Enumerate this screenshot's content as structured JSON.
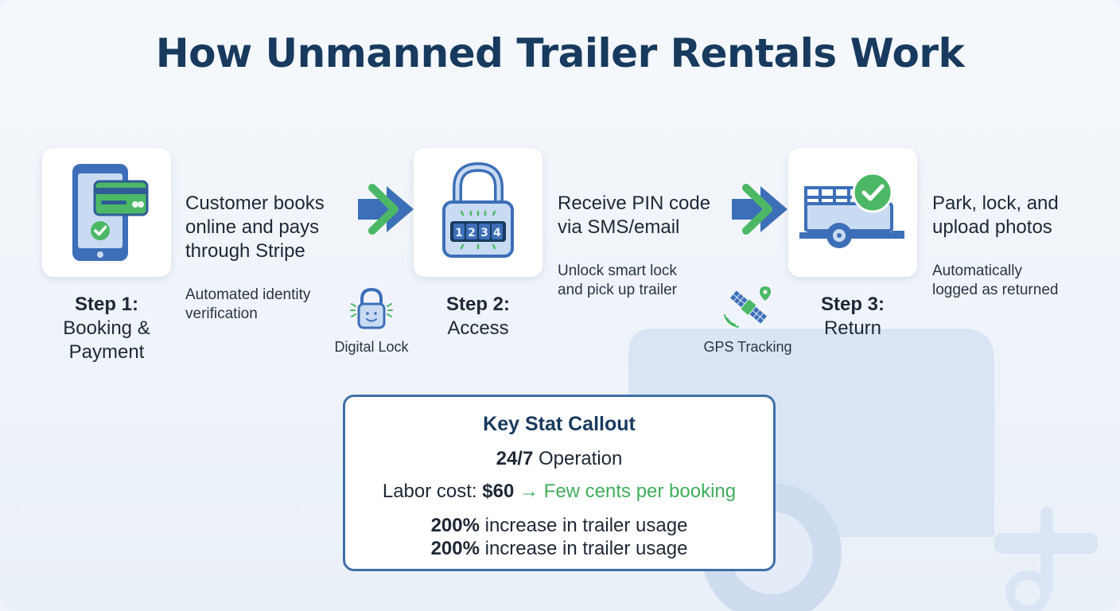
{
  "title": "How Unmanned Trailer Rentals Work",
  "steps": [
    {
      "number": "Step 1:",
      "name_line1": "Booking &",
      "name_line2": "Payment",
      "desc_lines": [
        "Customer books",
        "online and pays",
        "through Stripe"
      ],
      "sub_lines": [
        "Automated identity",
        "verification"
      ],
      "icon": "phone-payment-icon"
    },
    {
      "number": "Step 2:",
      "name_line1": "Access",
      "desc_lines": [
        "Receive PIN code",
        "via SMS/email"
      ],
      "sub_lines": [
        "Unlock smart lock",
        "and pick up trailer"
      ],
      "icon": "padlock-pin-icon",
      "pin": [
        "1",
        "2",
        "3",
        "4"
      ]
    },
    {
      "number": "Step 3:",
      "name_line1": "Return",
      "desc_lines": [
        "Park, lock, and",
        "upload photos"
      ],
      "sub_lines": [
        "Automatically",
        "logged as returned"
      ],
      "icon": "trailer-check-icon"
    }
  ],
  "mini_features": [
    {
      "label": "Digital Lock",
      "icon": "smart-lock-icon"
    },
    {
      "label": "GPS Tracking",
      "icon": "satellite-gps-icon"
    }
  ],
  "callout": {
    "title": "Key Stat Callout",
    "operation_bold": "24/7",
    "operation_text": " Operation",
    "labor_prefix": "Labor cost: ",
    "labor_value": "$60",
    "labor_arrow": " → ",
    "labor_result": "Few cents per booking",
    "usage_lines": [
      {
        "bold": "200%",
        "text": " increase in trailer usage"
      },
      {
        "bold": "200%",
        "text": " increase in trailer usage"
      }
    ]
  },
  "colors": {
    "navy": "#173a5e",
    "blue": "#3d6fb8",
    "green": "#4cb866",
    "light_blue_bg": "#dbe6f5"
  }
}
